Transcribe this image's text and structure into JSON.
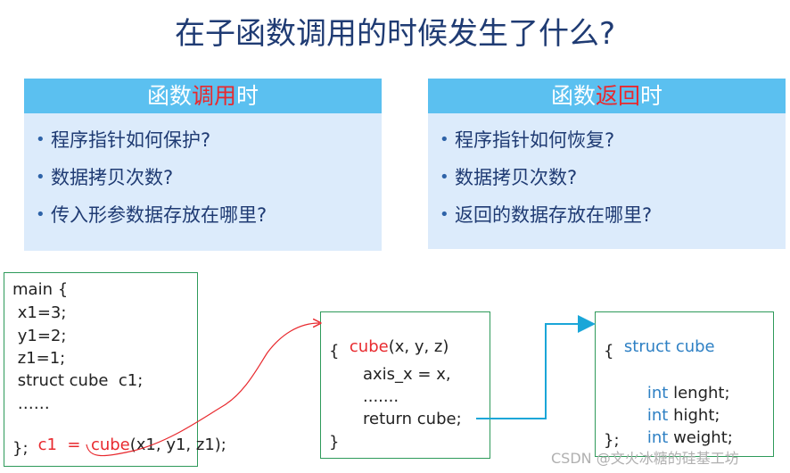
{
  "title": "在子函数调用的时候发生了什么?",
  "call_panel": {
    "head_pre": "函数",
    "head_hl": "调用",
    "head_post": "时",
    "items": [
      "程序指针如何保护?",
      "数据拷贝次数?",
      "传入形参数据存放在哪里?"
    ]
  },
  "return_panel": {
    "head_pre": "函数",
    "head_hl": "返回",
    "head_post": "时",
    "items": [
      "程序指针如何恢复?",
      "数据拷贝次数?",
      "返回的数据存放在哪里?"
    ]
  },
  "main_code": {
    "l1": "main {",
    "l2": " x1=3;",
    "l3": " y1=2;",
    "l4": " z1=1;",
    "l5": " struct cube  c1;",
    "l6": " ……",
    "l7_a": " c1  =  ",
    "l7_b": "cube",
    "l7_c": "(x1, y1, z1);",
    "l8": "};"
  },
  "cube_func": {
    "l1_a": "cube",
    "l1_b": "(x, y, z)",
    "l2": "{",
    "l3": "axis_x = x,",
    "l4": ".......",
    "l5": "return cube;",
    "l6": "}"
  },
  "struct_def": {
    "l1_a": "struct ",
    "l1_b": "cube",
    "l2": "{",
    "l3_a": "int",
    "l3_b": " lenght;",
    "l4_a": "int",
    "l4_b": " hight;",
    "l5_a": "int",
    "l5_b": " weight;",
    "l6": "};"
  },
  "watermark": "CSDN @文火冰糖的硅基工坊",
  "colors": {
    "title": "#1f3b73",
    "panel_head": "#5bc0f0",
    "panel_body": "#dcebfb",
    "highlight": "#e8292e",
    "keyword": "#2e80c4",
    "box_border": "#2e9a5a",
    "arrow_cyan": "#1aa6d8"
  }
}
